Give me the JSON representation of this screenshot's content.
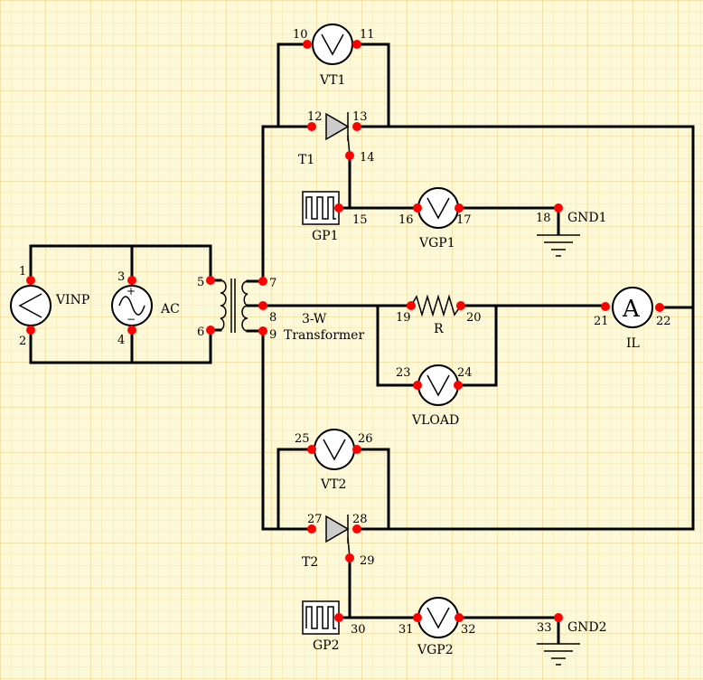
{
  "colors": {
    "background": "#fdf8d8",
    "grid": "#f0d890",
    "wire": "#000000",
    "node": "#ff0000"
  },
  "components": {
    "vinp": "VINP",
    "ac": "AC",
    "transformer_line1": "3-W",
    "transformer_line2": "Transformer",
    "vt1": "VT1",
    "t1": "T1",
    "gp1": "GP1",
    "vgp1": "VGP1",
    "gnd1": "GND1",
    "r": "R",
    "il": "IL",
    "vload": "VLOAD",
    "vt2": "VT2",
    "t2": "T2",
    "gp2": "GP2",
    "vgp2": "VGP2",
    "gnd2": "GND2"
  },
  "symbols": {
    "voltmeter": "V",
    "ammeter": "A",
    "plus": "+",
    "minus": "−"
  },
  "nodes": [
    "1",
    "2",
    "3",
    "4",
    "5",
    "6",
    "7",
    "8",
    "9",
    "10",
    "11",
    "12",
    "13",
    "14",
    "15",
    "16",
    "17",
    "18",
    "19",
    "20",
    "21",
    "22",
    "23",
    "24",
    "25",
    "26",
    "27",
    "28",
    "29",
    "30",
    "31",
    "32",
    "33"
  ]
}
